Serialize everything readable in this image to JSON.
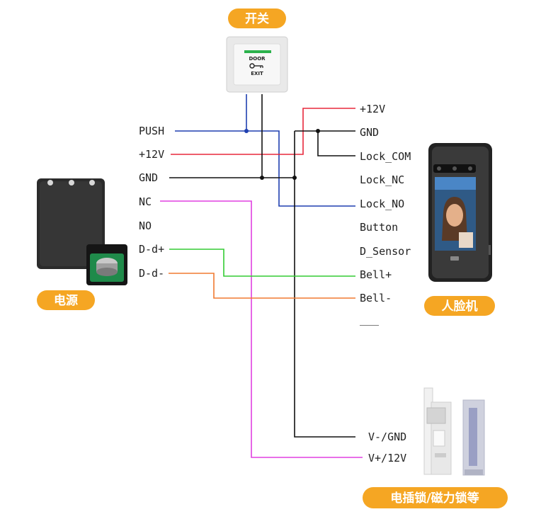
{
  "labels": {
    "switch_title": "开关",
    "power_title": "电源",
    "face_title": "人脸机",
    "lock_title": "电插锁/磁力锁等",
    "door_text": "DOOR",
    "exit_text": "EXIT"
  },
  "power_terminals": {
    "push": "PUSH",
    "v12": "+12V",
    "gnd": "GND",
    "nc": "NC",
    "no": "NO",
    "dd_plus": "D-d+",
    "dd_minus": "D-d-"
  },
  "face_terminals": {
    "v12": "+12V",
    "gnd": "GND",
    "lock_com": "Lock_COM",
    "lock_nc": "Lock_NC",
    "lock_no": "Lock_NO",
    "button": "Button",
    "d_sensor": "D_Sensor",
    "bell_plus": "Bell+",
    "bell_minus": "Bell-",
    "blank": "___"
  },
  "lock_terminals": {
    "v_minus_gnd": "V-/GND",
    "v_plus_12v": "V+/12V"
  },
  "colors": {
    "accent": "#f5a623",
    "blue": "#1f3fb0",
    "red": "#e8283c",
    "black": "#111111",
    "magenta": "#e040e0",
    "green": "#33cc33",
    "orange": "#f07a30"
  }
}
